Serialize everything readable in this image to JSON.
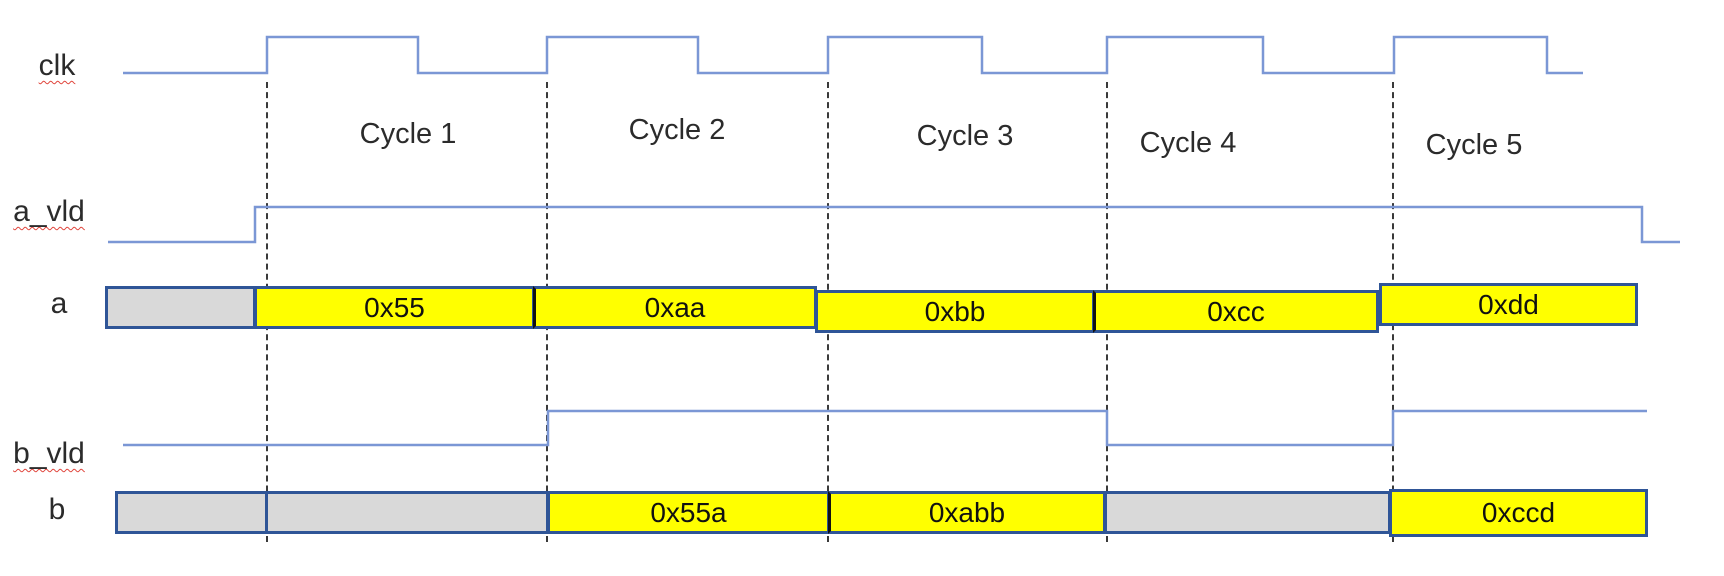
{
  "diagram_title": "clocked bus timing diagram",
  "colors": {
    "wave_line": "#7b97d5",
    "box_border": "#2f5597",
    "valid_fill": "#ffff00",
    "unknown_fill": "#d9d9d9",
    "dashed_line": "#3a3a3a",
    "spellcheck_underline": "#e0443b",
    "text": "#262626"
  },
  "cycles": [
    {
      "label": "Cycle 1"
    },
    {
      "label": "Cycle 2"
    },
    {
      "label": "Cycle 3"
    },
    {
      "label": "Cycle 4"
    },
    {
      "label": "Cycle 5"
    }
  ],
  "signals": {
    "clk": {
      "label": "clk",
      "type": "clock"
    },
    "a_vld": {
      "label": "a_vld",
      "type": "level",
      "value_by_cycle": [
        "high",
        "high",
        "high",
        "high",
        "high"
      ]
    },
    "a": {
      "label": "a",
      "type": "bus",
      "segments": [
        {
          "value": "",
          "state": "unknown"
        },
        {
          "value": "0x55",
          "state": "valid"
        },
        {
          "value": "0xaa",
          "state": "valid"
        },
        {
          "value": "0xbb",
          "state": "valid"
        },
        {
          "value": "0xcc",
          "state": "valid"
        },
        {
          "value": "0xdd",
          "state": "valid"
        }
      ]
    },
    "b_vld": {
      "label": "b_vld",
      "type": "level",
      "value_by_cycle": [
        "low",
        "high",
        "high",
        "low",
        "high"
      ]
    },
    "b": {
      "label": "b",
      "type": "bus",
      "segments": [
        {
          "value": "",
          "state": "unknown"
        },
        {
          "value": "",
          "state": "unknown"
        },
        {
          "value": "0x55a",
          "state": "valid"
        },
        {
          "value": "0xabb",
          "state": "valid"
        },
        {
          "value": "",
          "state": "unknown"
        },
        {
          "value": "0xccd",
          "state": "valid"
        }
      ]
    }
  }
}
